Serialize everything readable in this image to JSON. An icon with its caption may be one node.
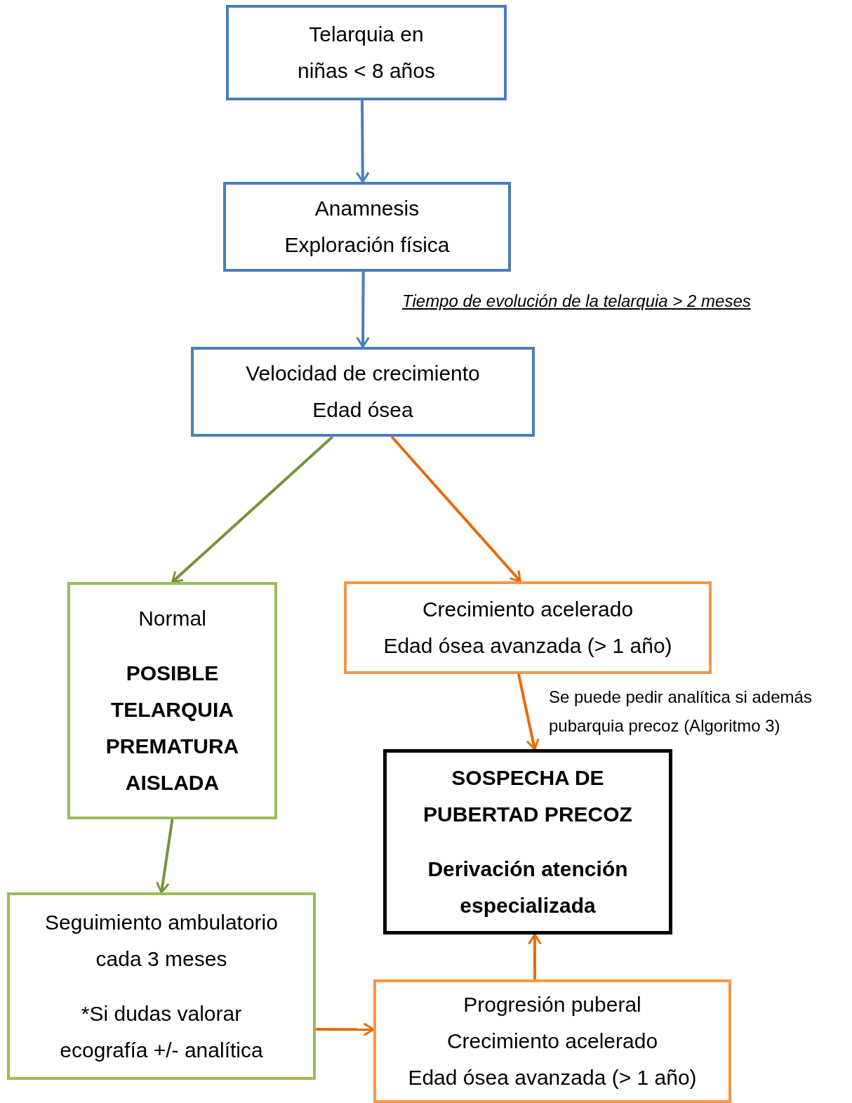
{
  "diagram": {
    "nodes": [
      {
        "text": [
          "Telarquia en niñas < 8 años"
        ]
      },
      {
        "text": [
          "Anamnesis",
          "Exploración física"
        ]
      },
      {
        "text": [
          "Velocidad de crecimiento",
          "Edad ósea"
        ]
      },
      {
        "text": [
          "Normal",
          "POSIBLE TELARQUIA PREMATURA AISLADA"
        ]
      },
      {
        "text": [
          "Crecimiento acelerado",
          "Edad ósea avanzada (> 1 año)"
        ]
      },
      {
        "text": [
          "SOSPECHA DE PUBERTAD PRECOZ",
          "Derivación atención especializada"
        ]
      },
      {
        "text": [
          "Seguimiento ambulatorio cada 3 meses",
          "*Si dudas valorar ecografía +/- analítica"
        ]
      },
      {
        "text": [
          "Progresión puberal",
          "Crecimiento acelerado",
          "Edad ósea avanzada (> 1 año)"
        ]
      }
    ],
    "edges": [
      {
        "from": 0,
        "to": 1,
        "arrow": "to",
        "color": "#4a7ebb"
      },
      {
        "from": 1,
        "to": 2,
        "arrow": "to",
        "color": "#4a7ebb",
        "label": "Tiempo de evolución de la telarquia > 2 meses"
      },
      {
        "from": 2,
        "to": 3,
        "arrow": "to",
        "color": "#77933c"
      },
      {
        "from": 2,
        "to": 4,
        "arrow": "to",
        "color": "#e46c0a"
      },
      {
        "from": 3,
        "to": 6,
        "arrow": "to",
        "color": "#77933c"
      },
      {
        "from": 4,
        "to": 5,
        "arrow": "to",
        "color": "#e46c0a",
        "label": "Se puede pedir analítica si además pubarquia precoz (Algoritmo 3)"
      },
      {
        "from": 6,
        "to": 7,
        "arrow": "to",
        "color": "#e46c0a"
      },
      {
        "from": 7,
        "to": 5,
        "arrow": "to",
        "color": "#e46c0a"
      }
    ]
  }
}
